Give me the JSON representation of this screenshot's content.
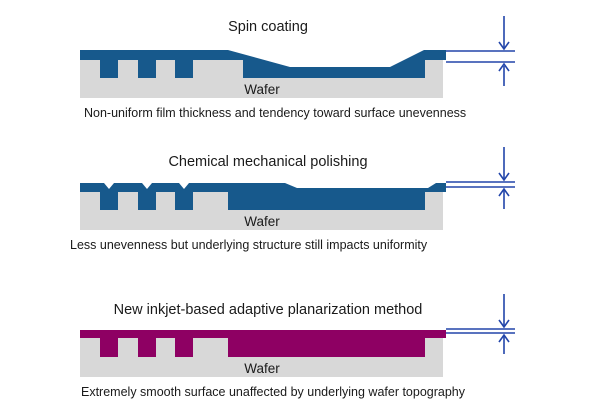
{
  "colors": {
    "wafer_gray": "#d8d8d8",
    "film_blue": "#17598c",
    "film_magenta": "#8e0063",
    "arrow_blue": "#2245aa",
    "text": "#1a1a1a",
    "background": "#ffffff"
  },
  "icons": {
    "down_arrow": "↓",
    "up_arrow": "↑"
  },
  "panels": [
    {
      "id": "spin-coating",
      "title": "Spin coating",
      "wafer_label": "Wafer",
      "caption": "Non-uniform film thickness and tendency toward surface unevenness",
      "film_color": "#17598c",
      "thickness_variation": "large"
    },
    {
      "id": "chemical-mechanical-polishing",
      "title": "Chemical mechanical polishing",
      "wafer_label": "Wafer",
      "caption": "Less unevenness but underlying structure still impacts uniformity",
      "film_color": "#17598c",
      "thickness_variation": "small"
    },
    {
      "id": "inkjet-adaptive-planarization",
      "title": "New inkjet-based adaptive planarization method",
      "wafer_label": "Wafer",
      "caption": "Extremely smooth surface unaffected by underlying wafer topography",
      "film_color": "#8e0063",
      "thickness_variation": "minimal"
    }
  ]
}
